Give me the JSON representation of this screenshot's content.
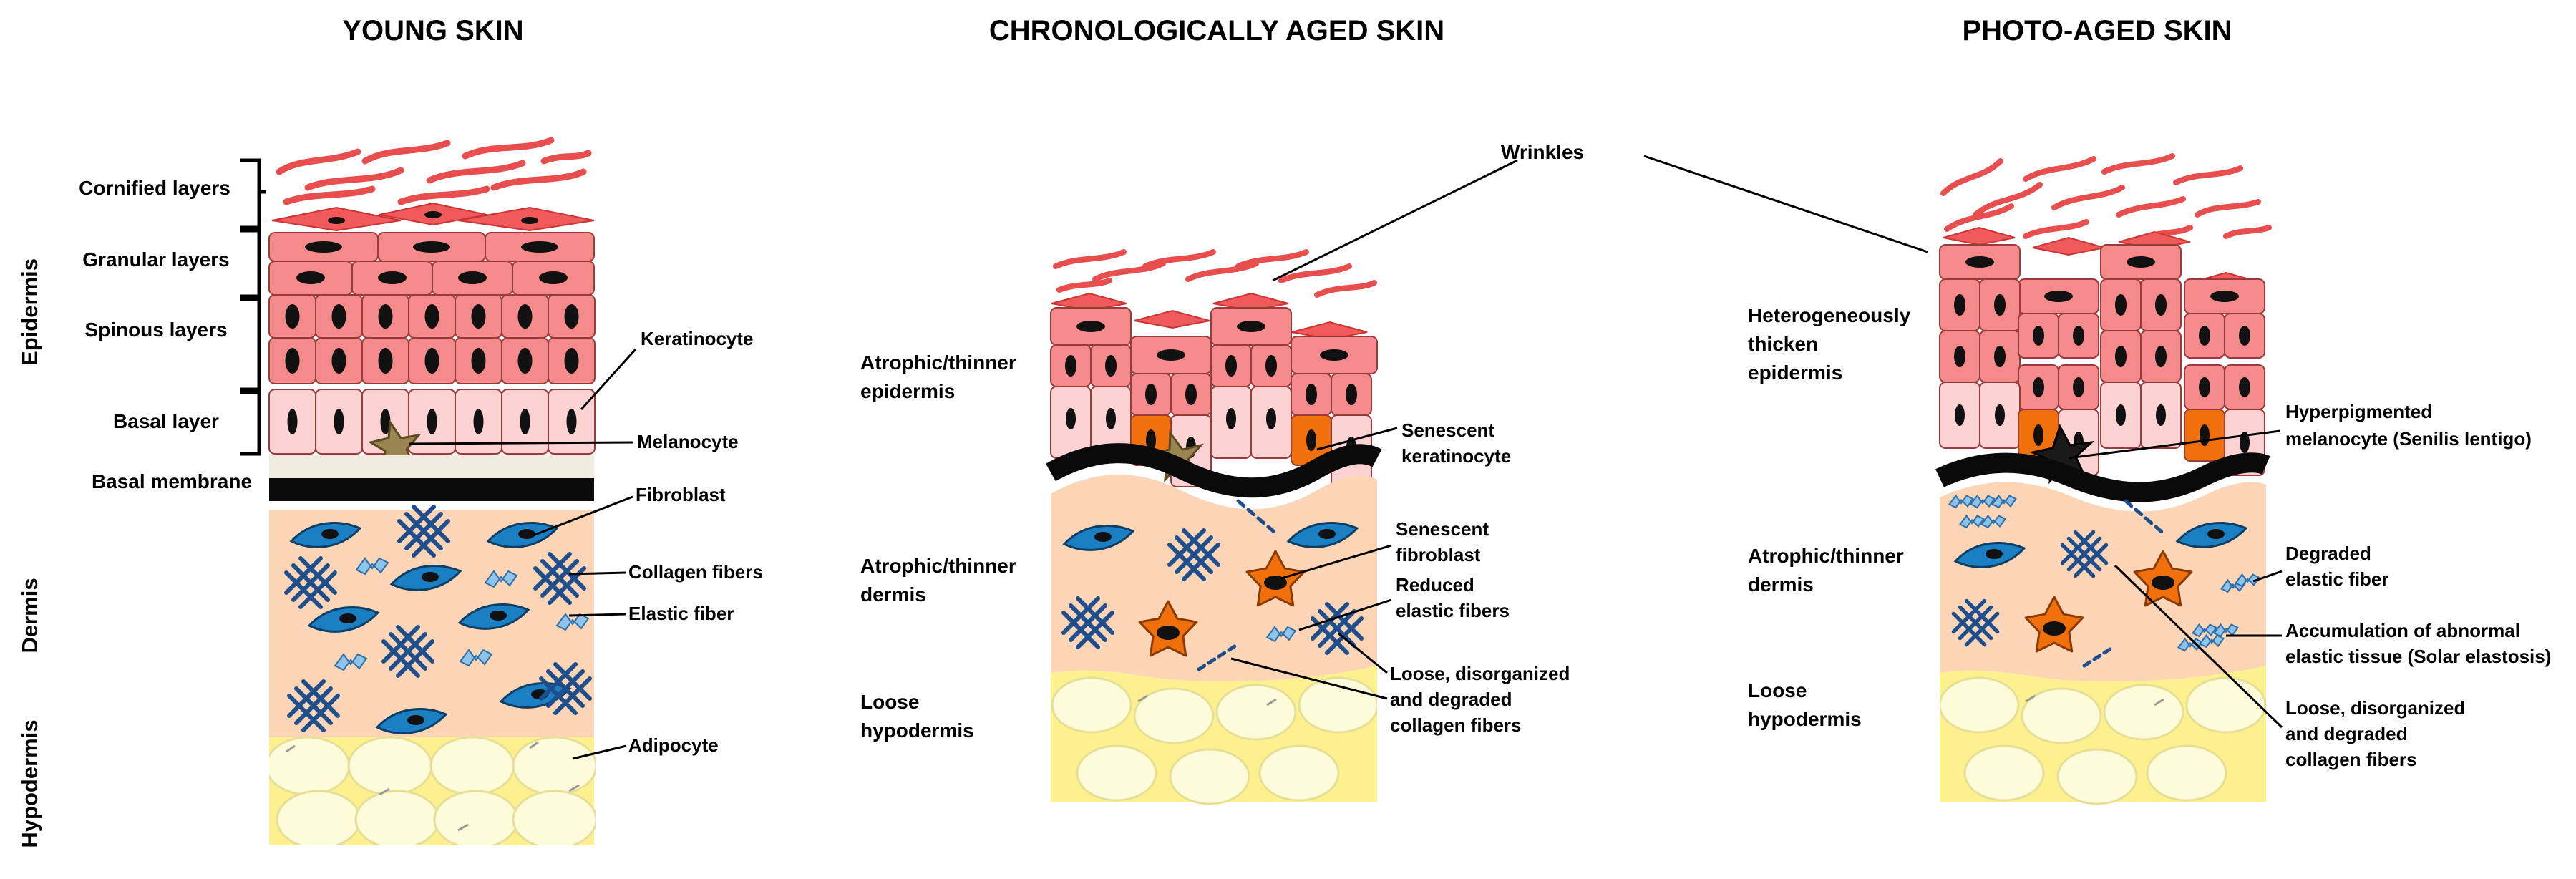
{
  "titles": {
    "young": "YOUNG SKIN",
    "chrono": "CHRONOLOGICALLY AGED SKIN",
    "photo": "PHOTO-AGED SKIN"
  },
  "young": {
    "side_labels": {
      "epidermis": "Epidermis",
      "dermis": "Dermis",
      "hypodermis": "Hypodermis"
    },
    "layer_labels": {
      "cornified": "Cornified layers",
      "granular": "Granular layers",
      "spinous": "Spinous layers",
      "basal": "Basal layer",
      "basal_membrane": "Basal membrane"
    },
    "callouts": {
      "keratinocyte": "Keratinocyte",
      "melanocyte": "Melanocyte",
      "fibroblast": "Fibroblast",
      "collagen": "Collagen fibers",
      "elastic": "Elastic fiber",
      "adipocyte": "Adipocyte"
    }
  },
  "chrono": {
    "wrinkles": "Wrinkles",
    "left": {
      "epi1": "Atrophic/thinner",
      "epi2": "epidermis",
      "der1": "Atrophic/thinner",
      "der2": "dermis",
      "hyp1": "Loose",
      "hyp2": "hypodermis"
    },
    "right": {
      "sk1": "Senescent",
      "sk2": "keratinocyte",
      "sf1": "Senescent",
      "sf2": "fibroblast",
      "re1": "Reduced",
      "re2": "elastic fibers",
      "lc1": "Loose, disorganized",
      "lc2": "and degraded",
      "lc3": "collagen fibers"
    }
  },
  "photo": {
    "left": {
      "epi1": "Heterogeneously",
      "epi2": "thicken",
      "epi3": "epidermis",
      "der1": "Atrophic/thinner",
      "der2": "dermis",
      "hyp1": "Loose",
      "hyp2": "hypodermis"
    },
    "right": {
      "hm1": "Hyperpigmented",
      "hm2": "melanocyte (Senilis lentigo)",
      "de1": "Degraded",
      "de2": "elastic fiber",
      "ac1": "Accumulation  of abnormal",
      "ac2": "elastic tissue (Solar elastosis)",
      "lc1": "Loose, disorganized",
      "lc2": "and degraded",
      "lc3": "collagen fibers"
    }
  },
  "colors": {
    "keratinocyte_dark": "#f48a8a",
    "keratinocyte_light": "#fcd2d2",
    "flake": "#e84e4e",
    "dermis": "#fbd5b5",
    "hypodermis": "#fdf18f",
    "adipocyte": "#fdfbd9",
    "fibroblast": "#1b7fc4",
    "collagen": "#1e4e8c",
    "elastic": "#8cc4ec",
    "melanocyte": "#9a8552",
    "senescent": "#f0700c"
  }
}
